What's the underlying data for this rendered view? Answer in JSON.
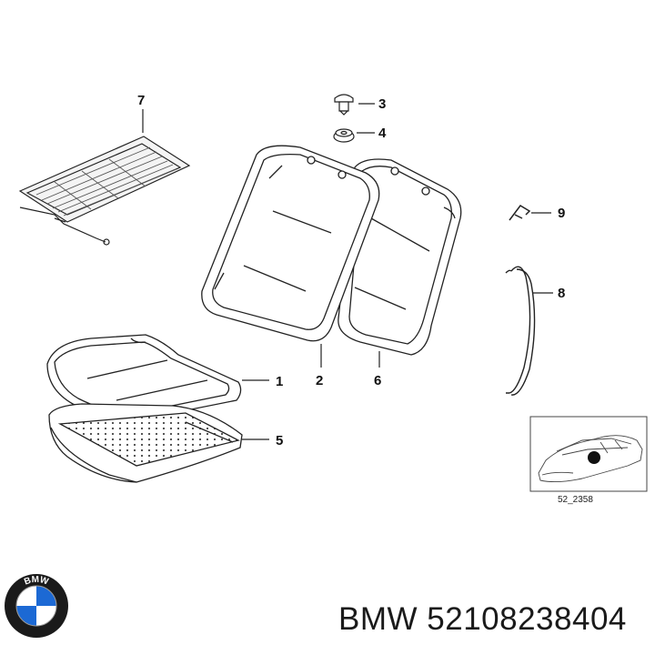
{
  "callouts": {
    "c1": "1",
    "c2": "2",
    "c3": "3",
    "c4": "4",
    "c5": "5",
    "c6": "6",
    "c7": "7",
    "c8": "8",
    "c9": "9"
  },
  "inset": {
    "code": "52_2358"
  },
  "brand": {
    "logo_letters": "BMW",
    "part_label": "BMW 52108238404",
    "colors": {
      "blue": "#1c69d4",
      "ring": "#1a1a1a"
    }
  }
}
